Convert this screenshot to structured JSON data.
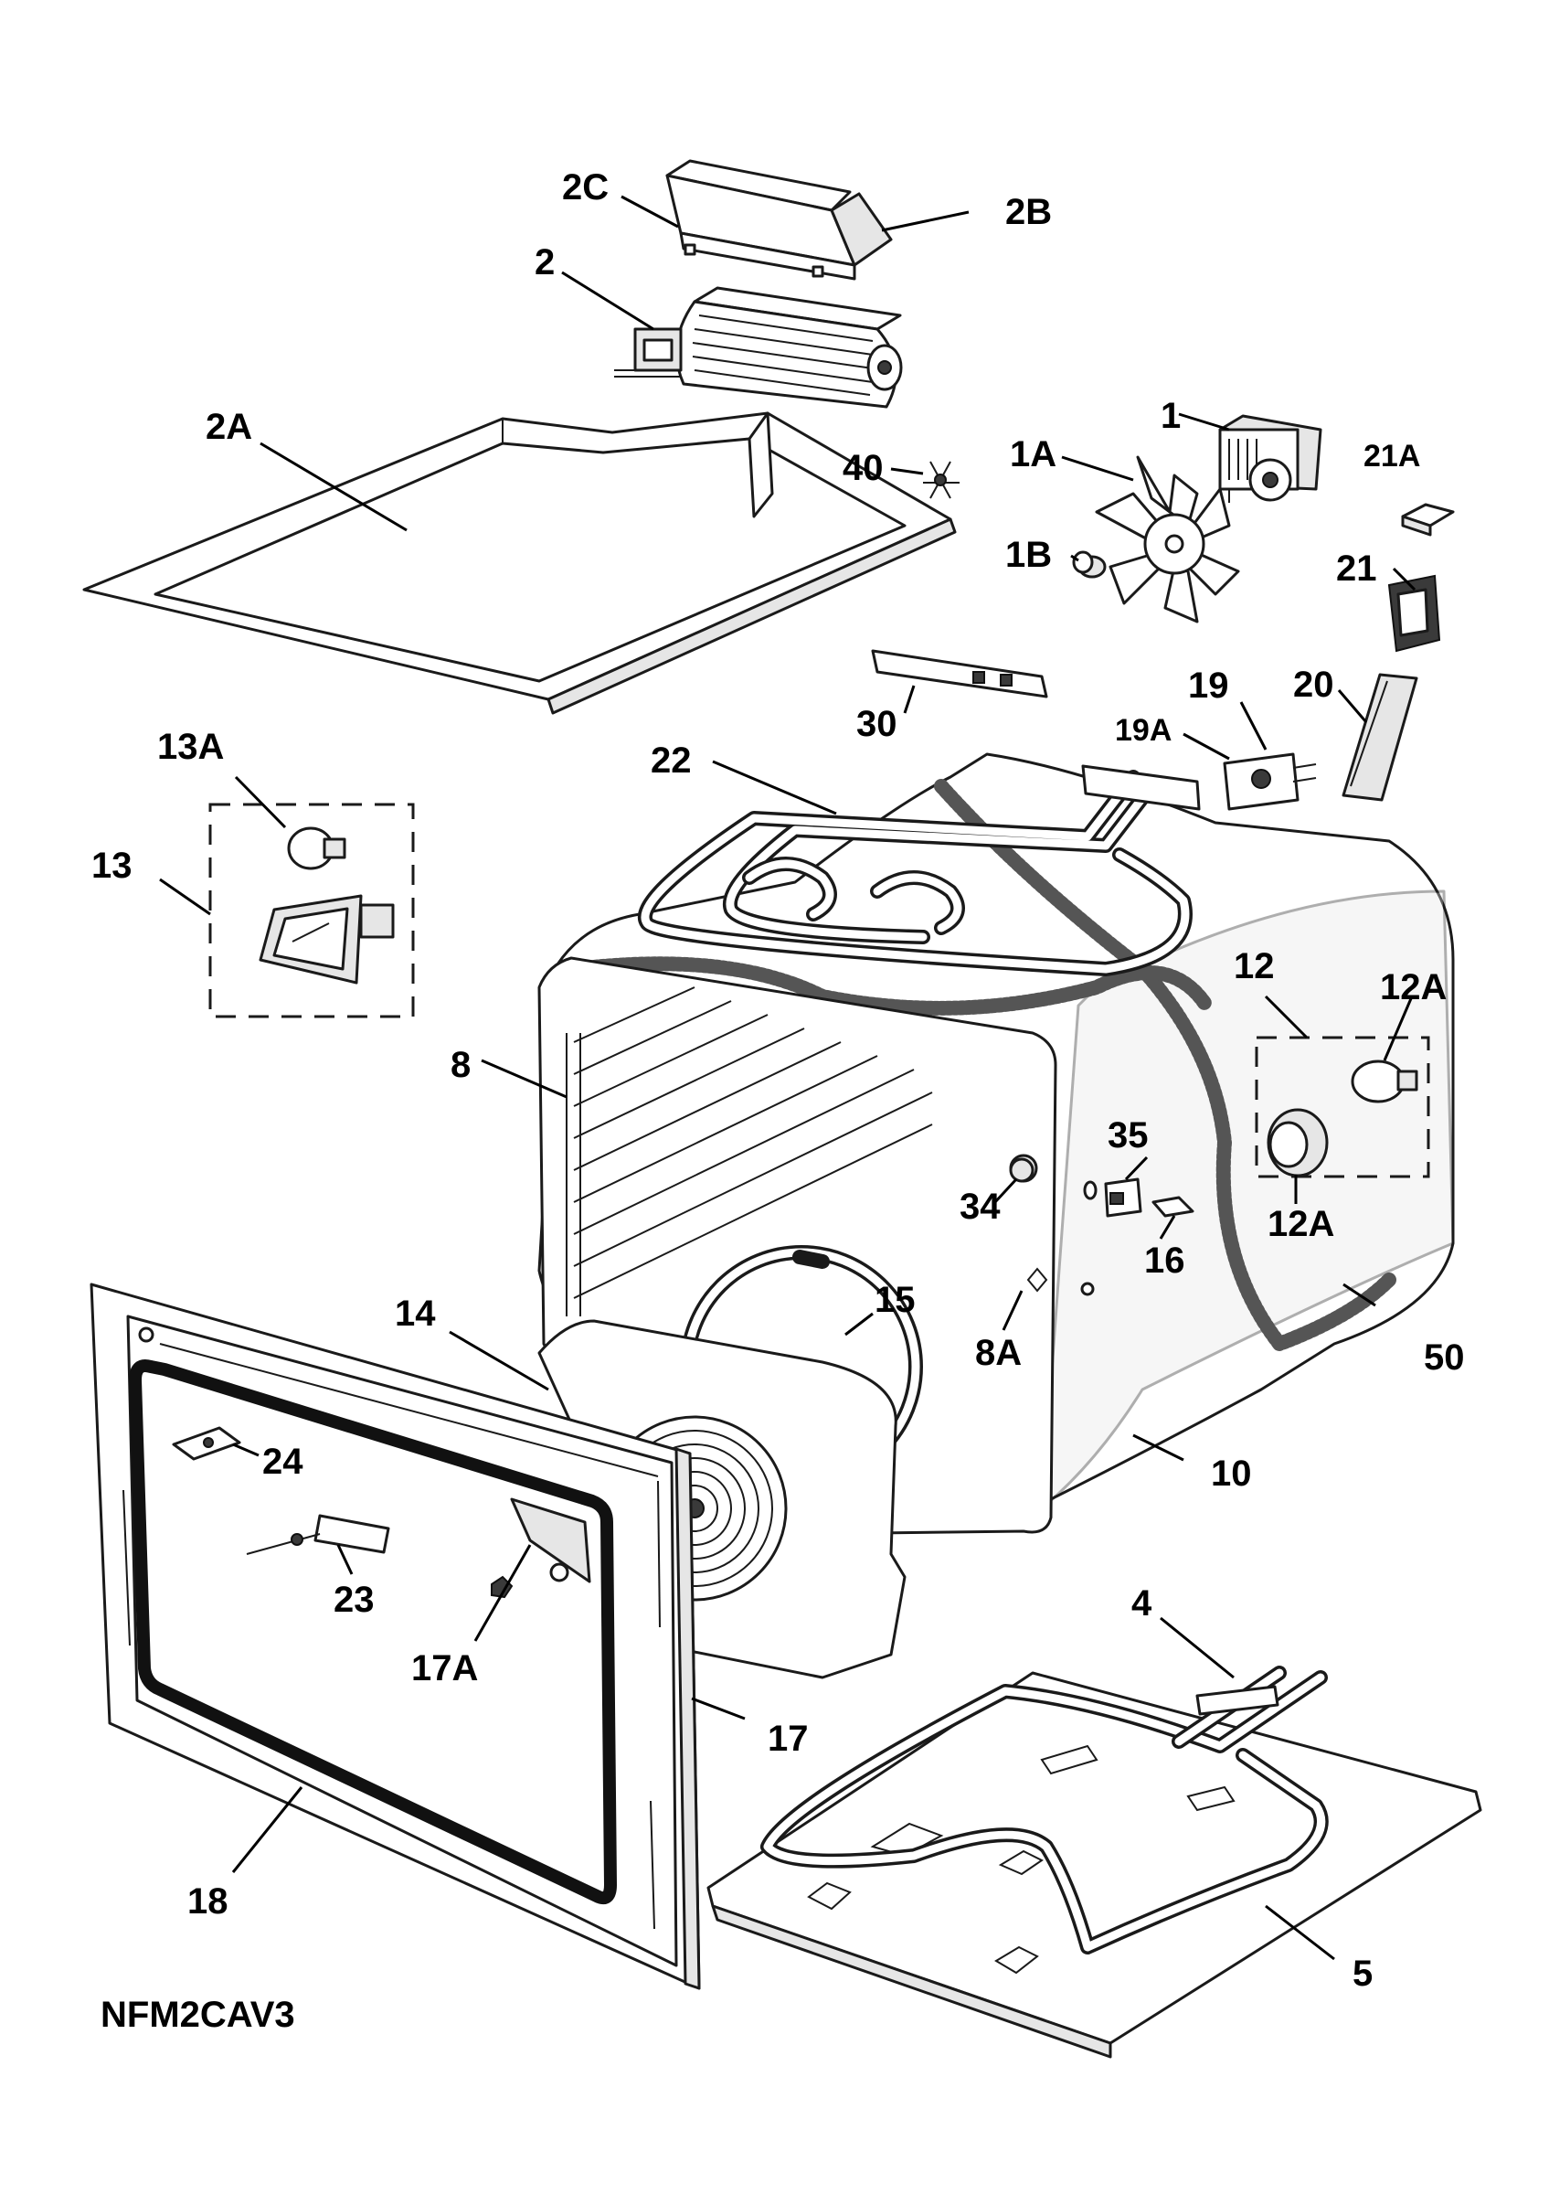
{
  "diagram": {
    "reference_code": "NFM2CAV3",
    "labels": {
      "p1": "1",
      "p1A": "1A",
      "p1B": "1B",
      "p2": "2",
      "p2A": "2A",
      "p2B": "2B",
      "p2C": "2C",
      "p4": "4",
      "p5": "5",
      "p8": "8",
      "p8A": "8A",
      "p10": "10",
      "p12": "12",
      "p12A_top": "12A",
      "p12A_bottom": "12A",
      "p13": "13",
      "p13A": "13A",
      "p14": "14",
      "p15": "15",
      "p16": "16",
      "p17": "17",
      "p17A": "17A",
      "p18": "18",
      "p19": "19",
      "p19A": "19A",
      "p20": "20",
      "p21": "21",
      "p21A": "21A",
      "p22": "22",
      "p23": "23",
      "p24": "24",
      "p30": "30",
      "p34": "34",
      "p35": "35",
      "p40": "40",
      "p50": "50"
    }
  }
}
